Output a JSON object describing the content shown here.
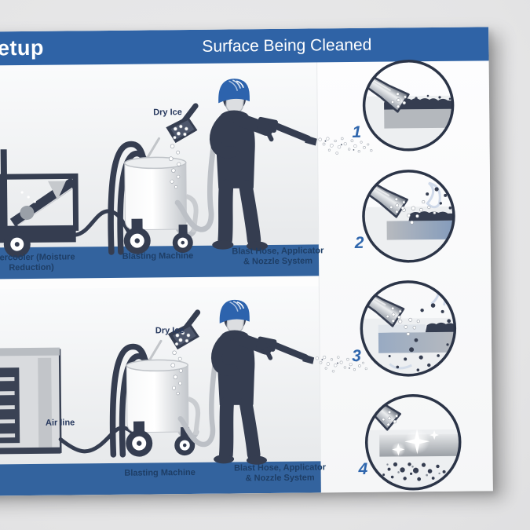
{
  "poster": {
    "header": {
      "title": "Setup",
      "subtitle": "Surface Being Cleaned"
    },
    "setup_row_1": {
      "dry_ice_label": "Dry Ice",
      "captions": [
        "Aftercooler (Moisture Reduction)",
        "Blasting Machine",
        "Blast Hose, Applicator & Nozzle System"
      ]
    },
    "setup_row_2": {
      "dry_ice_label": "Dry Ice",
      "air_line_label": "Air line",
      "captions": [
        "Blasting Machine",
        "Blast Hose, Applicator & Nozzle System"
      ]
    },
    "surface_steps": {
      "numbers": [
        "1",
        "2",
        "3",
        "4"
      ]
    },
    "colors": {
      "header_blue": "#2f63a6",
      "caption_bar_blue": "#33639e",
      "caption_text_navy": "#1e3e66",
      "illustration_navy": "#353d50",
      "step_number_blue": "#2f66ad",
      "helmet_blue": "#2d63ad",
      "hose_gray": "#bcc0c6"
    }
  }
}
